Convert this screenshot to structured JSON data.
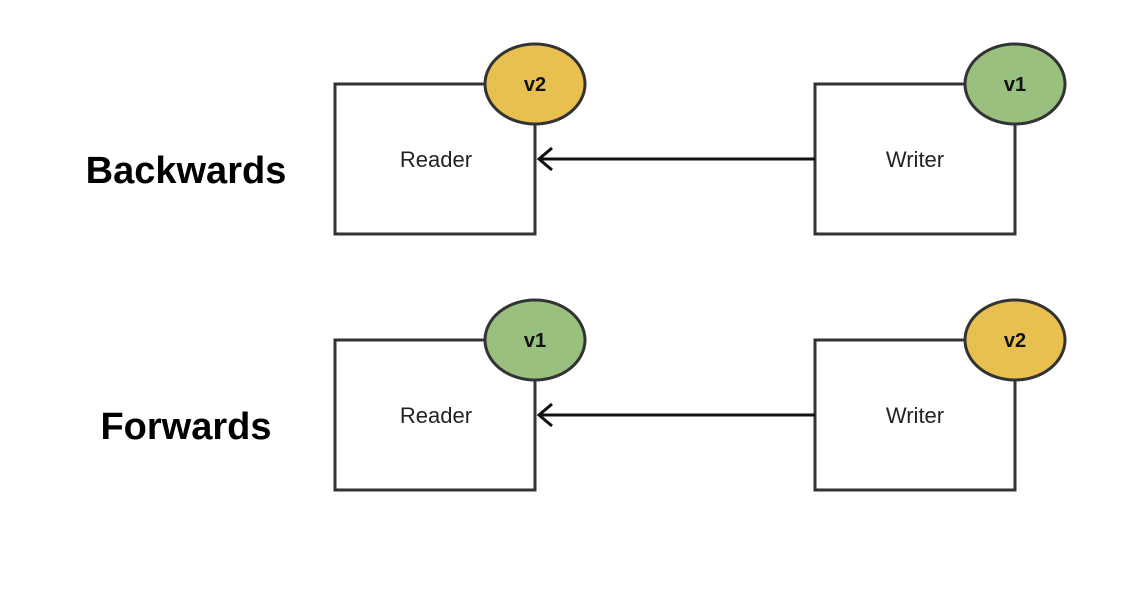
{
  "colors": {
    "v1": "#99c07f",
    "v2": "#e8c04f",
    "box_stroke": "#333333",
    "arrow": "#111111"
  },
  "rows": [
    {
      "label": "Backwards",
      "reader": {
        "label": "Reader",
        "version": "v2",
        "color": "#e8c04f"
      },
      "writer": {
        "label": "Writer",
        "version": "v1",
        "color": "#99c07f"
      }
    },
    {
      "label": "Forwards",
      "reader": {
        "label": "Reader",
        "version": "v1",
        "color": "#99c07f"
      },
      "writer": {
        "label": "Writer",
        "version": "v2",
        "color": "#e8c04f"
      }
    }
  ]
}
